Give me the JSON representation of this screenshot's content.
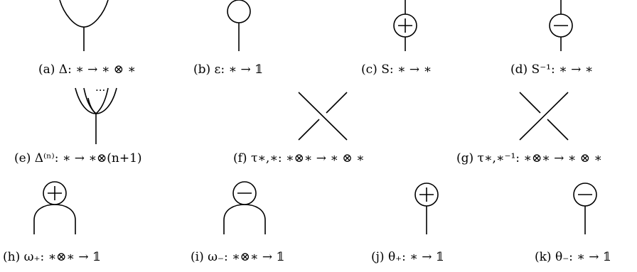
{
  "captions": {
    "a": "(a) Δ: ∗ → ∗ ⊗ ∗",
    "b": "(b) ε: ∗ → 𝟙",
    "c": "(c) S: ∗ → ∗",
    "d": "(d) S⁻¹: ∗ → ∗",
    "e": "(e) Δ⁽ⁿ⁾: ∗ → ∗⊗(n+1)",
    "f": "(f) τ∗,∗: ∗⊗∗ → ∗ ⊗ ∗",
    "g": "(g) τ∗,∗⁻¹: ∗⊗∗ → ∗ ⊗ ∗",
    "h": "(h) ω₊: ∗⊗∗ → 𝟙",
    "i": "(i) ω₋: ∗⊗∗ → 𝟙",
    "j": "(j) θ₊: ∗ → 𝟙",
    "k": "(k) θ₋: ∗ → 𝟙"
  },
  "fan_dots": "···"
}
